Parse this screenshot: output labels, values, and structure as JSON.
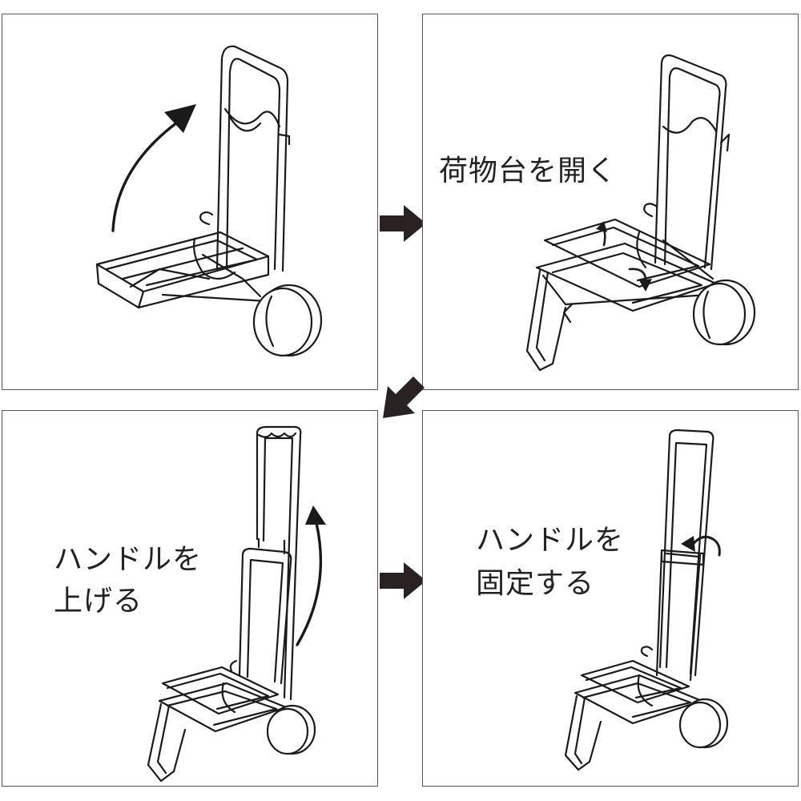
{
  "steps": [
    {
      "caption_line1": "",
      "caption_line2": ""
    },
    {
      "caption_line1": "荷物台を開く",
      "caption_line2": ""
    },
    {
      "caption_line1": "ハンドルを",
      "caption_line2": "上げる"
    },
    {
      "caption_line1": "ハンドルを",
      "caption_line2": "固定する"
    }
  ],
  "colors": {
    "line": "#1a1a1a",
    "arrow": "#2a2222",
    "border": "#555555"
  },
  "icons": [
    "step-arrow-icon",
    "next-step-arrow-icon"
  ]
}
